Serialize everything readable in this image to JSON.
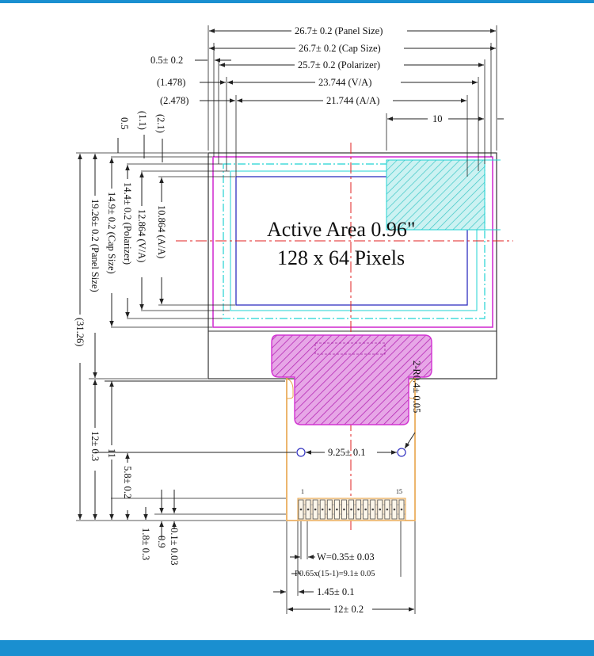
{
  "colors": {
    "bar": "#1a8fd0",
    "magenta": "#d233d2",
    "cyan": "#22d3d3",
    "blue": "#3030c0",
    "red": "#e02020",
    "orange": "#e8a44a",
    "outline": "#333333"
  },
  "labels": {
    "active_area": "Active Area 0.96\"",
    "pixels": "128 x 64 Pixels"
  },
  "dims": {
    "panel_w": "26.7± 0.2 (Panel Size)",
    "cap_w": "26.7± 0.2 (Cap Size)",
    "pol_w": "25.7± 0.2 (Polarizer)",
    "va_w": "23.744 (V/A)",
    "aa_w": "21.744 (A/A)",
    "off_05": "0.5± 0.2",
    "off_1478": "(1.478)",
    "off_2478": "(2.478)",
    "ten": "10",
    "v_05": "0.5",
    "v_11": "(1.1)",
    "v_21": "(2.1)",
    "aa_h": "10.864 (A/A)",
    "va_h": "12.864 (V/A)",
    "pol_h": "14.4± 0.2 (Polarizer)",
    "cap_h": "14.9± 0.2 (Cap Size)",
    "panel_h": "19.26± 0.2 (Panel Size)",
    "total_h": "(31.26)",
    "fpc_12": "12± 0.3",
    "fpc_11": "11",
    "fpc_58": "5.8± 0.2",
    "fpc_01": "0.1± 0.03",
    "fpc_09": "0.9",
    "fpc_18": "1.8± 0.3",
    "radius": "2-R0.4± 0.05",
    "hole_pitch": "9.25± 0.1",
    "pin_first": "1",
    "pin_last": "15",
    "pin_w": "W=0.35± 0.03",
    "pitch": "P0.65x(15-1)=9.1± 0.05",
    "edge": "1.45± 0.1",
    "fpc_w": "12± 0.2"
  }
}
